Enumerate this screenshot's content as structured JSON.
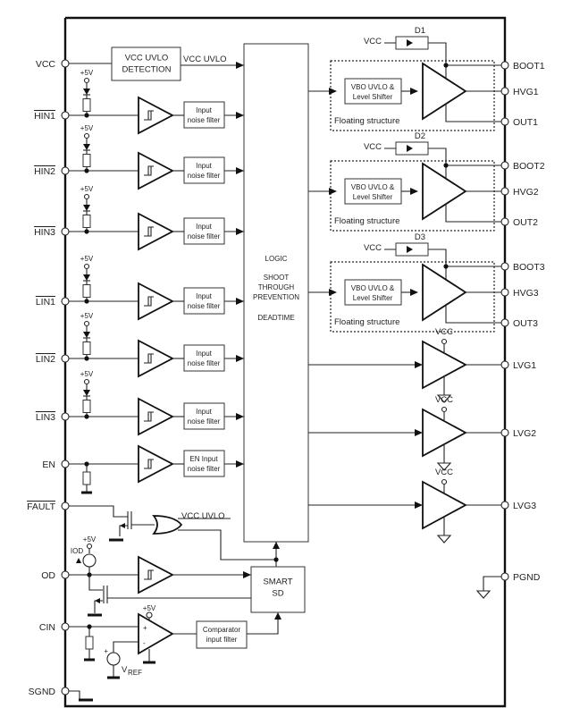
{
  "left_pins": [
    {
      "id": "vcc",
      "label": "VCC",
      "overline": false
    },
    {
      "id": "hin1",
      "label": "HIN1",
      "overline": true
    },
    {
      "id": "hin2",
      "label": "HIN2",
      "overline": true
    },
    {
      "id": "hin3",
      "label": "HIN3",
      "overline": true
    },
    {
      "id": "lin1",
      "label": "LIN1",
      "overline": true
    },
    {
      "id": "lin2",
      "label": "LIN2",
      "overline": true
    },
    {
      "id": "lin3",
      "label": "LIN3",
      "overline": true
    },
    {
      "id": "en",
      "label": "EN",
      "overline": false
    },
    {
      "id": "fault",
      "label": "FAULT",
      "overline": true
    },
    {
      "id": "od",
      "label": "OD",
      "overline": false
    },
    {
      "id": "cin",
      "label": "CIN",
      "overline": false
    },
    {
      "id": "sgnd",
      "label": "SGND",
      "overline": false
    }
  ],
  "right_pins": [
    {
      "id": "boot1",
      "label": "BOOT1"
    },
    {
      "id": "hvg1",
      "label": "HVG1"
    },
    {
      "id": "out1",
      "label": "OUT1"
    },
    {
      "id": "boot2",
      "label": "BOOT2"
    },
    {
      "id": "hvg2",
      "label": "HVG2"
    },
    {
      "id": "out2",
      "label": "OUT2"
    },
    {
      "id": "boot3",
      "label": "BOOT3"
    },
    {
      "id": "hvg3",
      "label": "HVG3"
    },
    {
      "id": "out3",
      "label": "OUT3"
    },
    {
      "id": "lvg1",
      "label": "LVG1"
    },
    {
      "id": "lvg2",
      "label": "LVG2"
    },
    {
      "id": "lvg3",
      "label": "LVG3"
    },
    {
      "id": "pgnd",
      "label": "PGND"
    }
  ],
  "blocks": {
    "uvlo_detection": [
      "VCC UVLO",
      "DETECTION"
    ],
    "uvlo_signal": "VCC UVLO",
    "input_filter": [
      "Input",
      "noise filter"
    ],
    "en_filter": [
      "EN Input",
      "noise filter"
    ],
    "logic": [
      "LOGIC",
      "SHOOT",
      "THROUGH",
      "PREVENTION",
      "DEADTIME"
    ],
    "smart_sd": [
      "SMART",
      "SD"
    ],
    "comparator_filter": [
      "Comparator",
      "input filter"
    ],
    "level_shifter": [
      "VBO UVLO &",
      "Level Shifter"
    ],
    "floating": "Floating structure"
  },
  "supply_labels": {
    "plus5v": "+5V",
    "vcc": "VCC",
    "iod": "IOD",
    "vref": "V",
    "vref_sub": "REF",
    "plus": "+",
    "minus": "-"
  },
  "diodes": [
    "D1",
    "D2",
    "D3"
  ]
}
